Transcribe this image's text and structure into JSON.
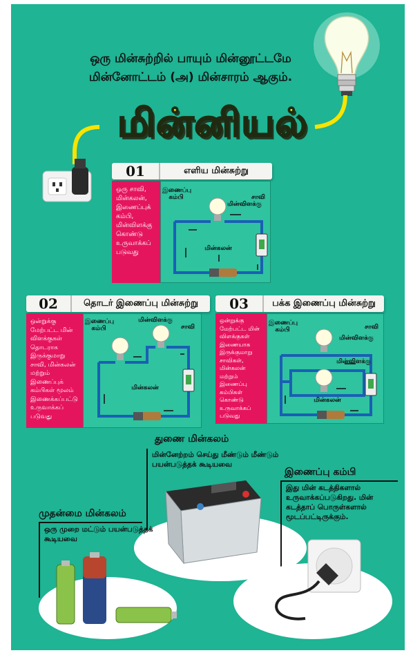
{
  "intro": {
    "line1": "ஒரு மின்சுற்றில் பாயும் மின்னூட்டமே",
    "line2": "மின்னோட்டம் (அ) மின்சாரம் ஆகும்."
  },
  "title": "மின்னியல்",
  "circuits": [
    {
      "number": "01",
      "title": "எளிய மின்சுற்று",
      "description": "ஒரு சாவி, மின்கலன், இணைப்புக் கம்பி, மின்விளக்கு கொண்டு உருவாக்கப் படுவது",
      "labels": {
        "wire": "இணைப்பு கம்பி",
        "key": "சாவி",
        "bulb": "மின்விளக்கு",
        "cell": "மின்கலன்"
      }
    },
    {
      "number": "02",
      "title": "தொடர் இணைப்பு மின்சுற்று",
      "description": "ஒன்றுக்கு மேற்பட்ட மின் விளக்குகள் தொடராக இருக்குமாறு சாவி, மின்கலன் மற்றும் இணைப்புக் கம்பிகள் மூலம் இணைக்கப்பட்டு உருவாக்கப் படுவது",
      "labels": {
        "wire": "இணைப்பு கம்பி",
        "key": "சாவி",
        "bulb": "மின்விளக்கு",
        "cell": "மின்கலன்"
      }
    },
    {
      "number": "03",
      "title": "பக்க இணைப்பு மின்சுற்று",
      "description": "ஒன்றுக்கு மேற்பட்ட மின் விளக்குகள் இணையாக இருக்குமாறு சாவிகள், மின்கலன் மற்றும் இணைப்பு கம்பிகள் கொண்டு உருவாக்கப் படுவது",
      "labels": {
        "wire": "இணைப்பு கம்பி",
        "key": "சாவி",
        "bulb1": "மின்விளக்கு",
        "bulb2": "மின்விளக்கு",
        "cell": "மின்கலன்"
      }
    }
  ],
  "secondary_cell": {
    "label": "துணை மின்கலம்",
    "description": "மின்னேற்றம் செய்து மீண்டும் மீண்டும் பயன்படுத்தக் கூடியவை"
  },
  "primary_cell": {
    "label": "முதன்மை மின்கலம்",
    "description": "ஒரு முறை மட்டும் பயன்படுத்தக் கூடியவை"
  },
  "connecting_wire": {
    "label": "இணைப்பு கம்பி",
    "description": "இது மின் கடத்திகளால் உருவாக்கப்படுகிறது. மின் கடத்தாப் பொருள்களால் மூடப்பட்டிருக்கும்."
  },
  "colors": {
    "background": "#1eb494",
    "title": "#f7e400",
    "pink": "#e5155d",
    "panel": "#2fc3a0",
    "wire": "#1a5fb4"
  }
}
